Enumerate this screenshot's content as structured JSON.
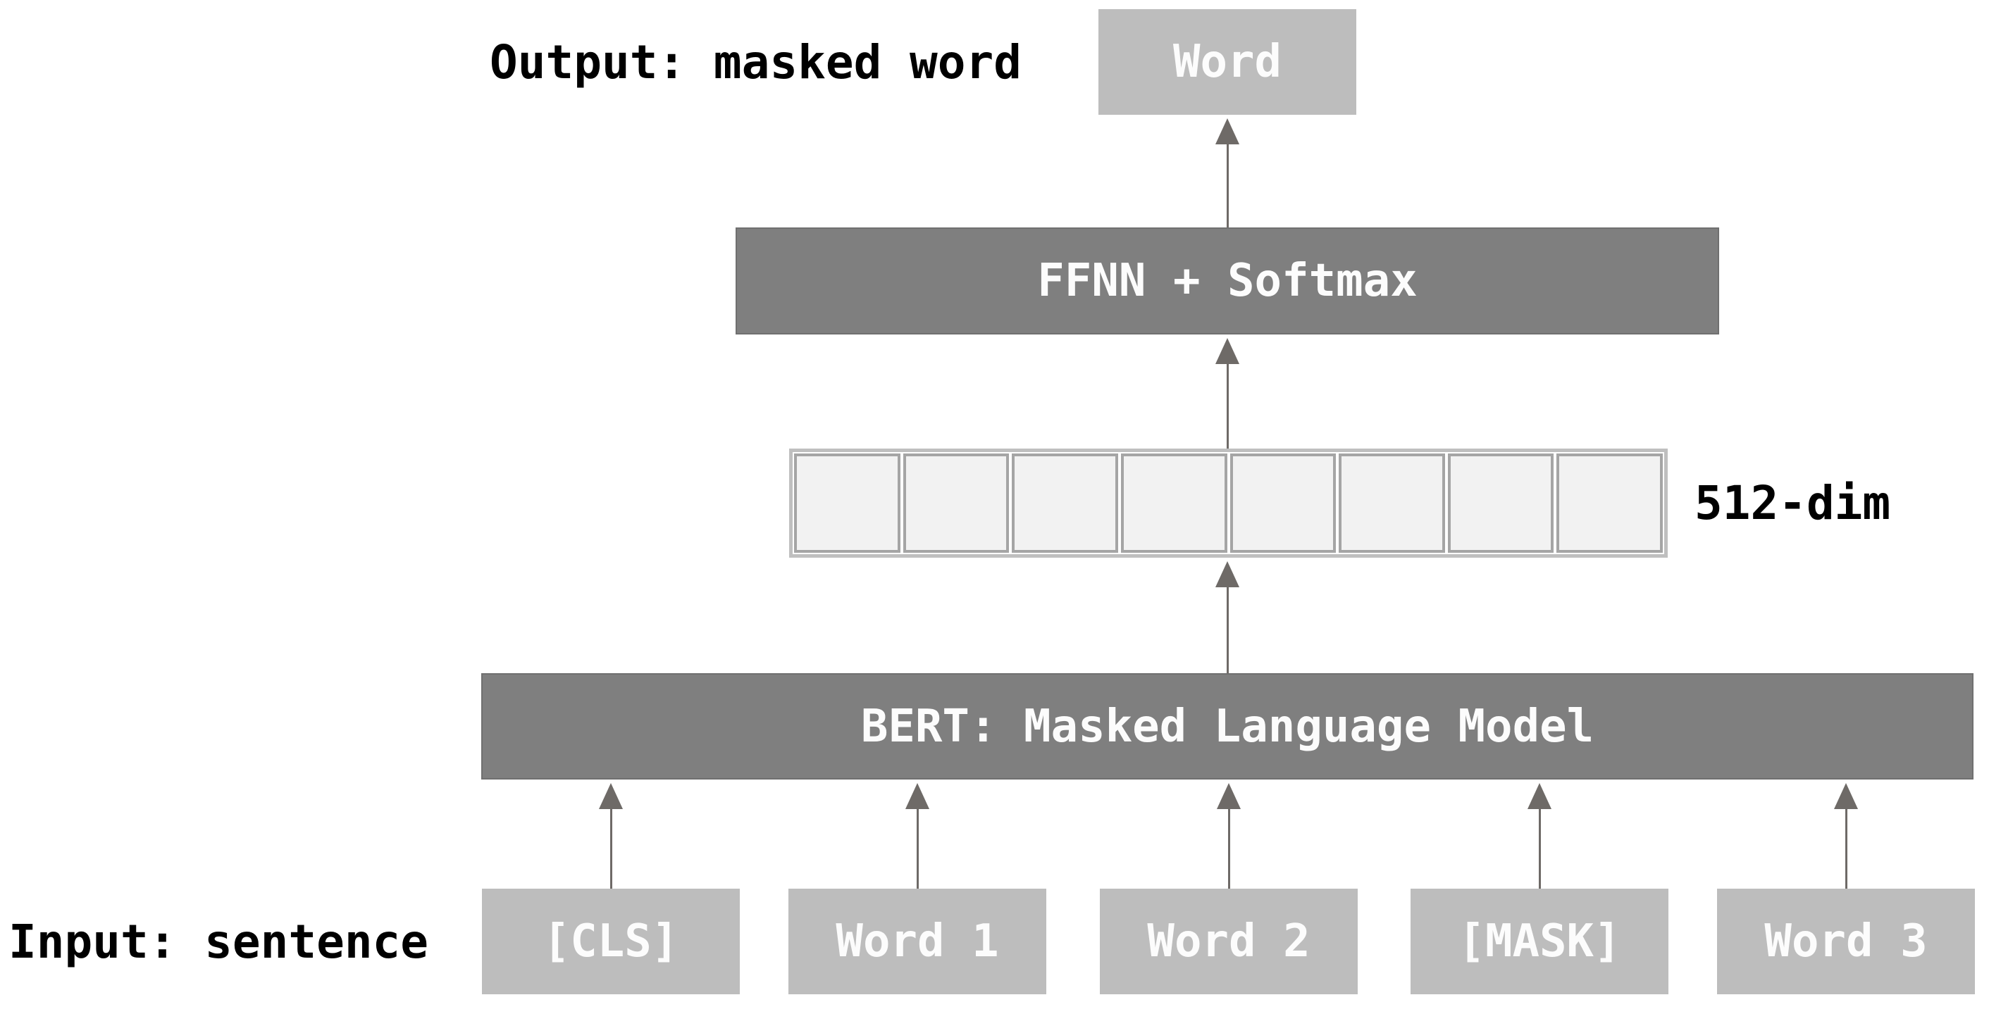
{
  "diagram": {
    "title_semantic": "BERT masked language model diagram",
    "output_label": "Output: masked word",
    "input_label": "Input: sentence",
    "dim_label": "512-dim",
    "output_box": "Word",
    "ffnn_box": "FFNN + Softmax",
    "bert_box": "BERT: Masked Language Model",
    "input_tokens": [
      "[CLS]",
      "Word 1",
      "Word 2",
      "[MASK]",
      "Word 3"
    ],
    "vector_cells": 8,
    "colors": {
      "dark_box": "#7f7f7f",
      "dark_box_border": "#707070",
      "light_box": "#bdbdbd",
      "cell_fill": "#f2f2f2",
      "cell_border": "#a5a5a5",
      "vector_outer_border": "#bfbfbf",
      "arrow": "#6e6a67",
      "box_text": "#fcfcfc",
      "label_text": "#000000"
    }
  }
}
